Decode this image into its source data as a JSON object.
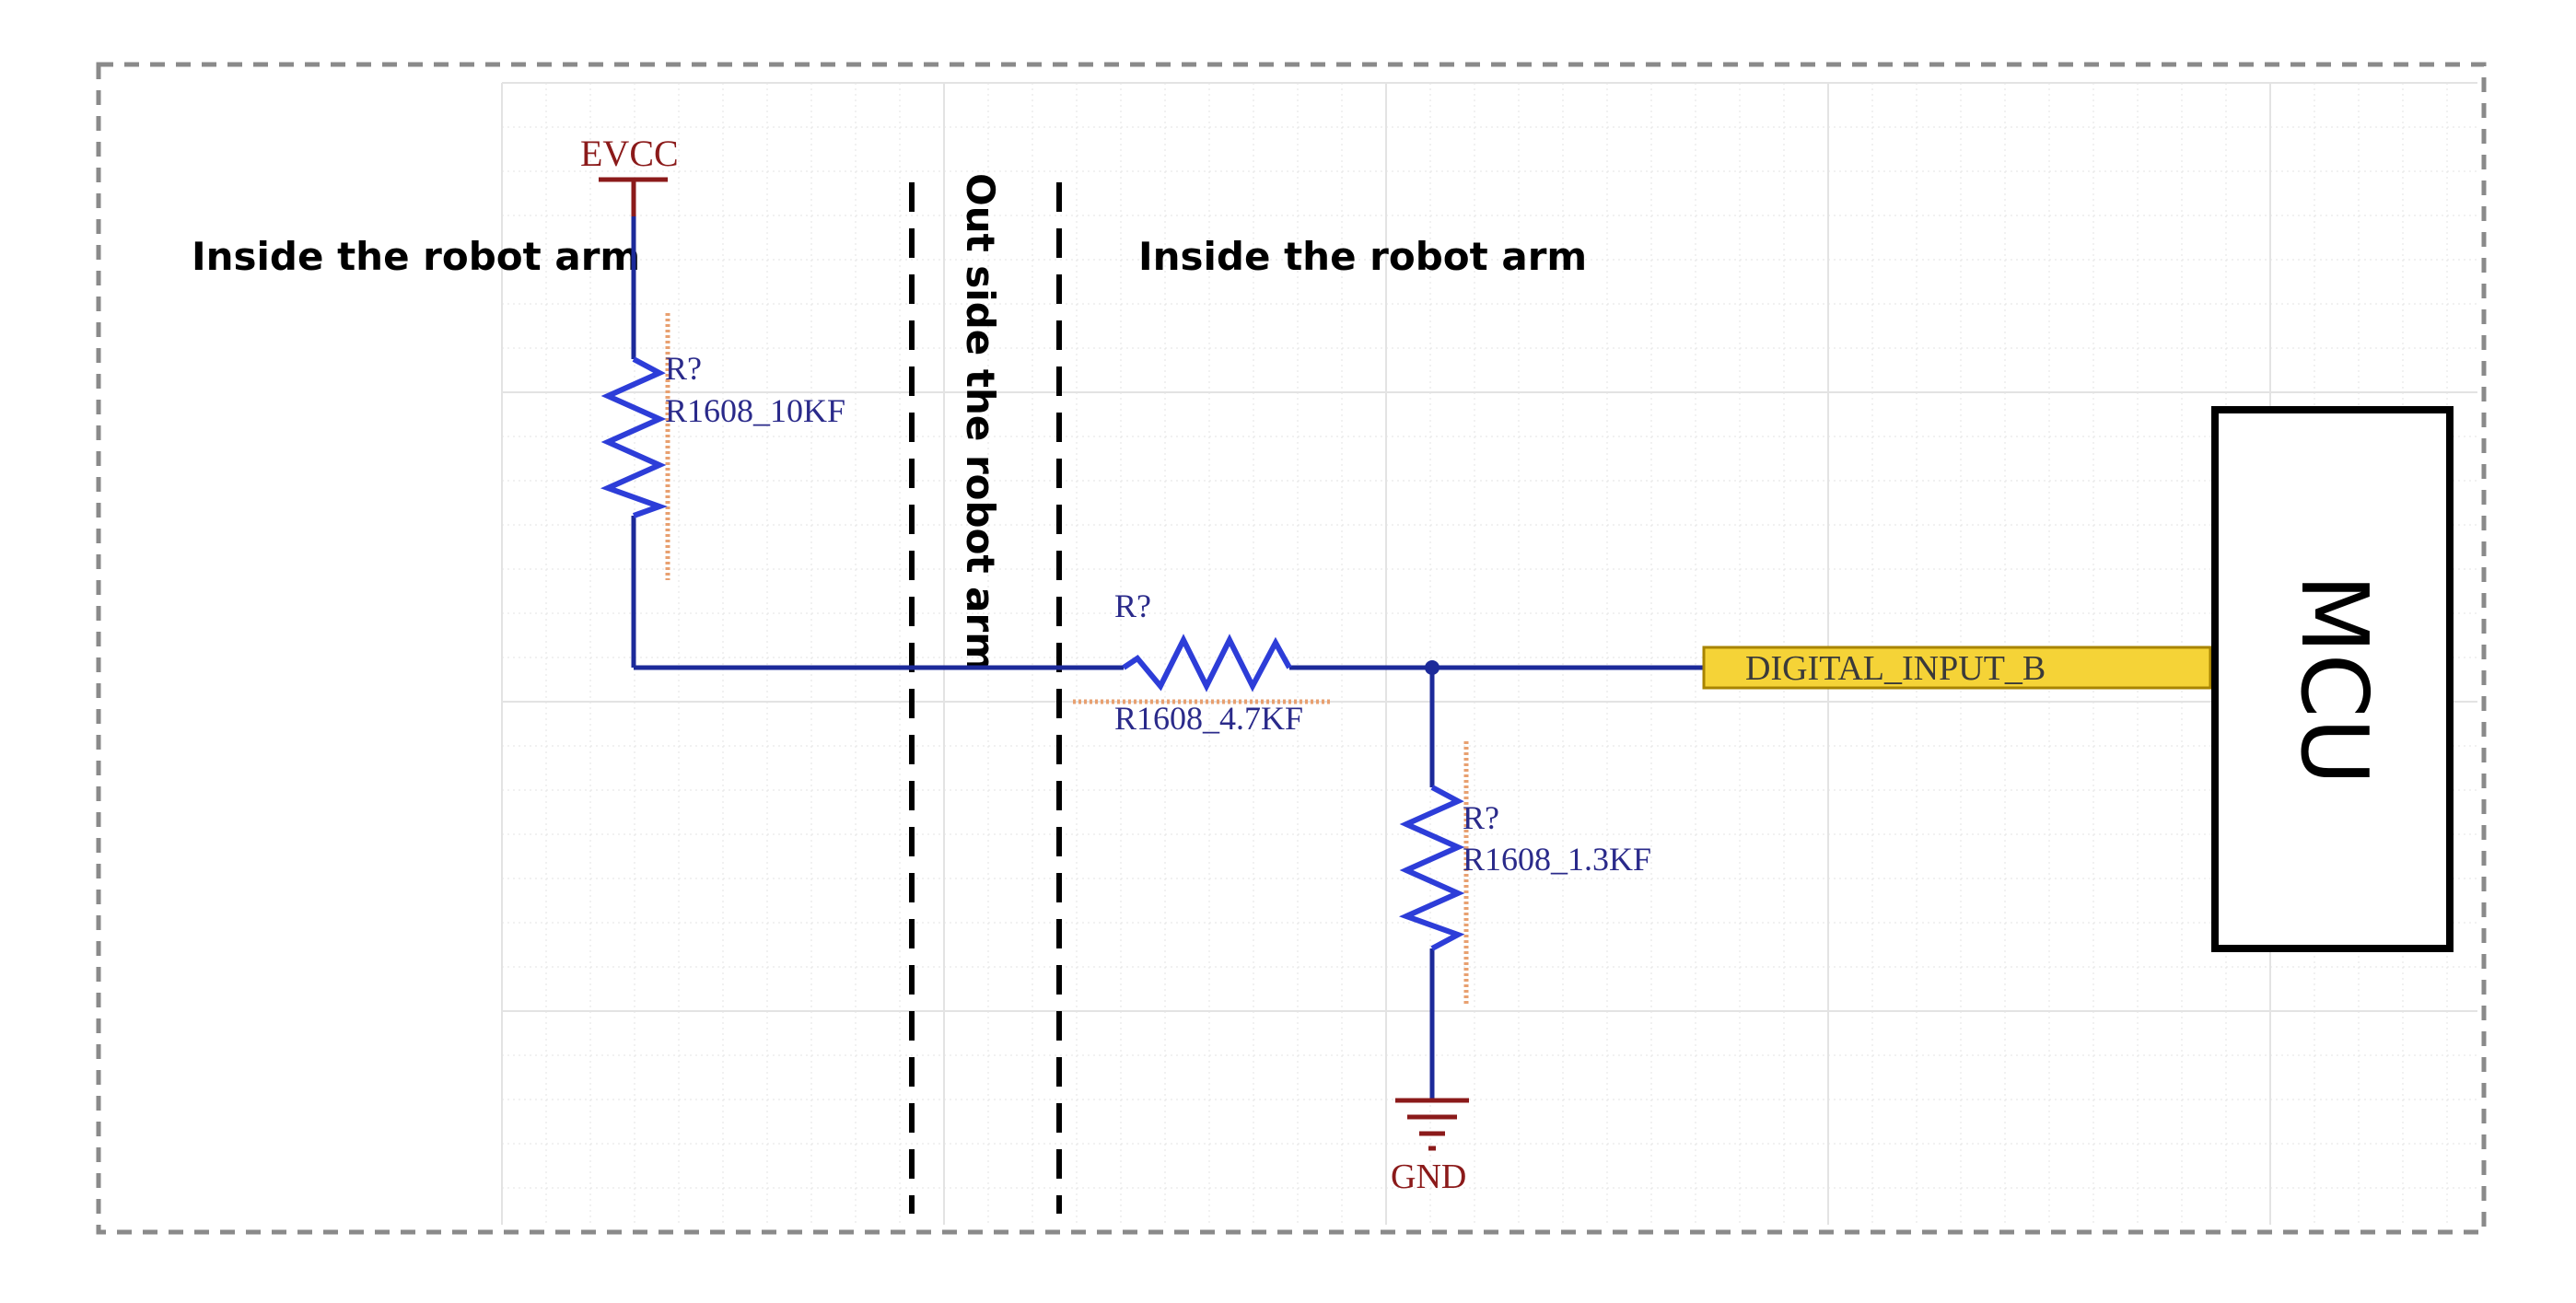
{
  "regions": {
    "left_inside": "Inside the robot arm",
    "outside": "Out side the robot arm",
    "right_inside": "Inside the robot arm"
  },
  "power": {
    "supply": "EVCC",
    "ground": "GND"
  },
  "resistors": [
    {
      "designator": "R?",
      "value": "R1608_10KF"
    },
    {
      "designator": "R?",
      "value": "R1608_4.7KF"
    },
    {
      "designator": "R?",
      "value": "R1608_1.3KF"
    }
  ],
  "net_label": "DIGITAL_INPUT_B",
  "block": {
    "name": "MCU"
  },
  "colors": {
    "wire": "#1c2a9a",
    "resistor": "#2d3dd8",
    "power": "#8b1a1a",
    "text_blue": "#2a2a8a",
    "net_fill": "#f5d337",
    "net_stroke": "#a88400",
    "grid": "#e3e3e3",
    "border": "#8a8a8a",
    "pin_hatch": "#e8a070"
  }
}
